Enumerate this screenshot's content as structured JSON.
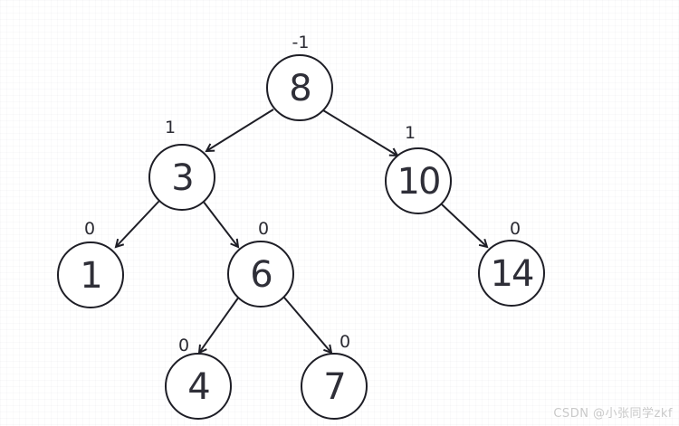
{
  "diagram": {
    "type": "binary-tree",
    "nodes": [
      {
        "value": "8",
        "balance": "-1"
      },
      {
        "value": "3",
        "balance": "1"
      },
      {
        "value": "10",
        "balance": "1"
      },
      {
        "value": "1",
        "balance": "0"
      },
      {
        "value": "6",
        "balance": "0"
      },
      {
        "value": "14",
        "balance": "0"
      },
      {
        "value": "4",
        "balance": "0"
      },
      {
        "value": "7",
        "balance": "0"
      }
    ],
    "edges": [
      "8→3",
      "8→10",
      "3→1",
      "3→6",
      "10→14",
      "6→4",
      "6→7"
    ]
  },
  "watermark": {
    "text": "CSDN @小张同学zkf"
  },
  "colors": {
    "line": "#1e1e26",
    "node_text": "#2f2f38",
    "watermark": "#c9c9c9",
    "background": "#ffffff"
  }
}
